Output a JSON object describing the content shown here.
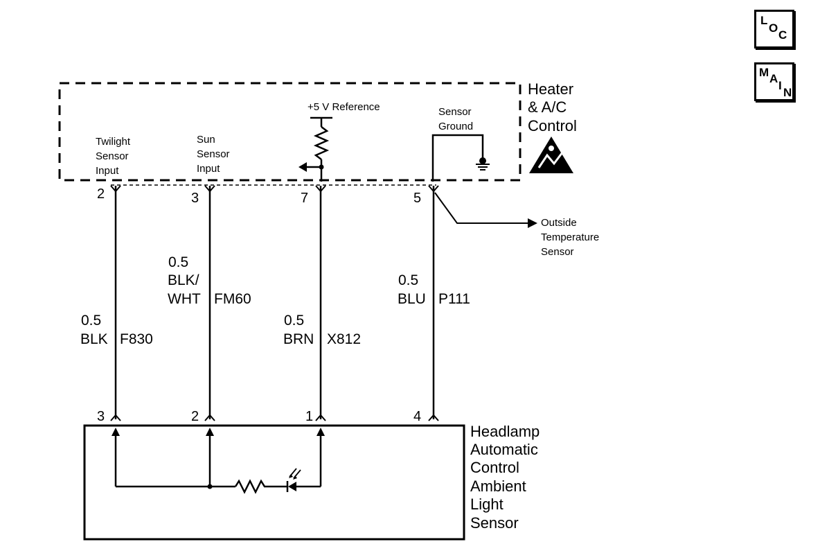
{
  "nav": {
    "loc": [
      "L",
      "O",
      "C"
    ],
    "main": [
      "M",
      "A",
      "I",
      "N"
    ]
  },
  "hvac_module": {
    "title_lines": [
      "Heater",
      "& A/C",
      "Control"
    ],
    "twilight_lines": [
      "Twilight",
      "Sensor",
      "Input"
    ],
    "sun_lines": [
      "Sun",
      "Sensor",
      "Input"
    ],
    "ref_label": "+5 V Reference",
    "ground_lines": [
      "Sensor",
      "Ground"
    ]
  },
  "outside_temp_lines": [
    "Outside",
    "Temperature",
    "Sensor"
  ],
  "circuits": [
    {
      "top_pin": "2",
      "bottom_pin": "3",
      "size": "0.5",
      "color_lines": [
        "BLK"
      ],
      "circuit": "F830"
    },
    {
      "top_pin": "3",
      "bottom_pin": "2",
      "size": "0.5",
      "color_lines": [
        "BLK/",
        "WHT"
      ],
      "circuit": "FM60"
    },
    {
      "top_pin": "7",
      "bottom_pin": "1",
      "size": "0.5",
      "color_lines": [
        "BRN"
      ],
      "circuit": "X812"
    },
    {
      "top_pin": "5",
      "bottom_pin": "4",
      "size": "0.5",
      "color_lines": [
        "BLU"
      ],
      "circuit": "P111"
    }
  ],
  "sensor_module": {
    "title_lines": [
      "Headlamp",
      "Automatic",
      "Control",
      "Ambient",
      "Light",
      "Sensor"
    ]
  }
}
